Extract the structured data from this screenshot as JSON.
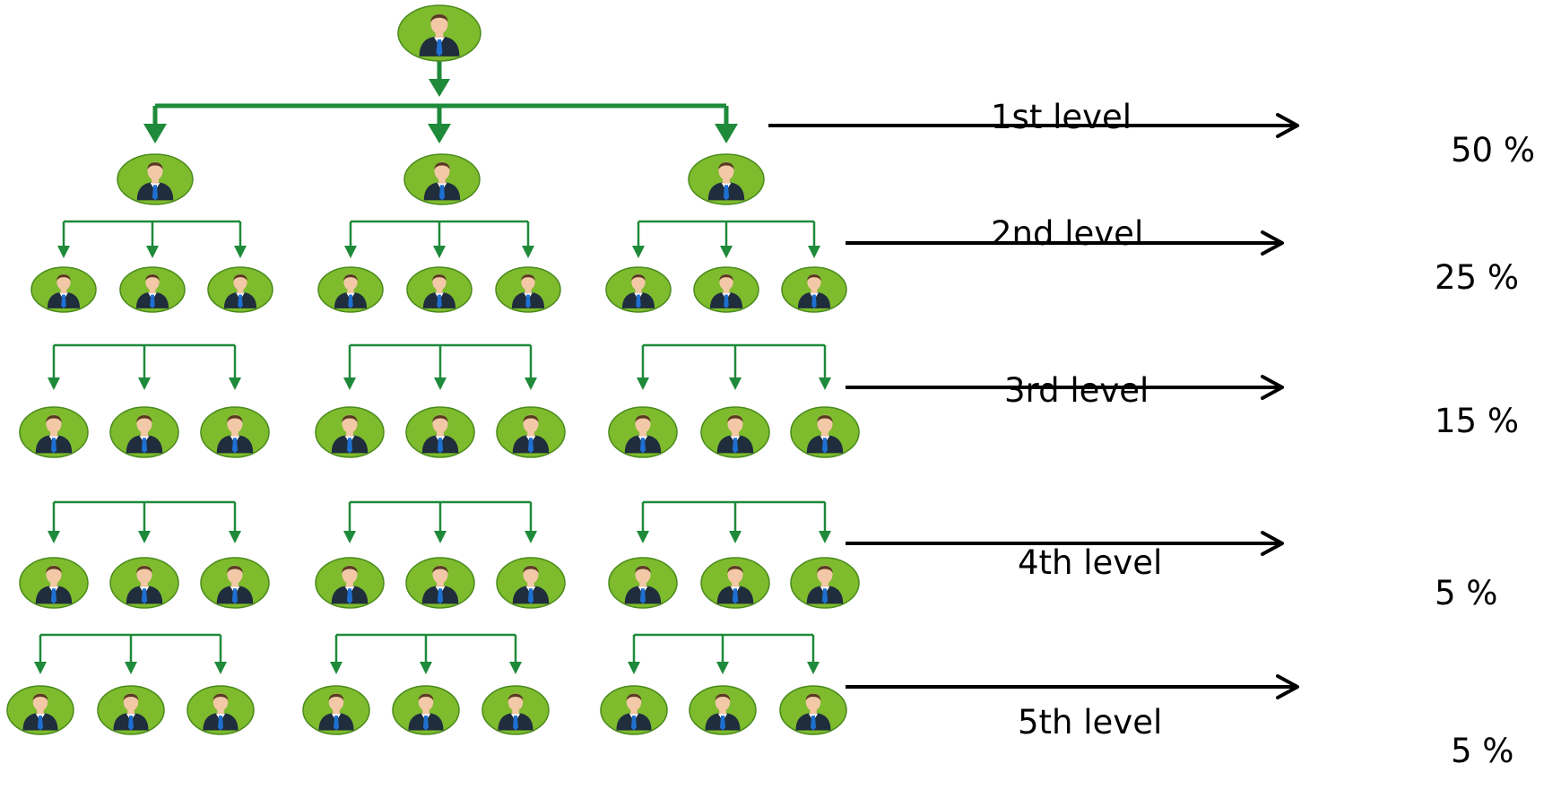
{
  "levels": [
    {
      "label": "1st level",
      "percent": "50 %"
    },
    {
      "label": "2nd level",
      "percent": "25 %"
    },
    {
      "label": "3rd level",
      "percent": "15 %"
    },
    {
      "label": "4th level",
      "percent": "5 %"
    },
    {
      "label": "5th level",
      "percent": "5 %"
    }
  ],
  "colors": {
    "node_fill": "#7ebb2d",
    "node_edge": "#4a8a1c",
    "connector": "#1e8a3a",
    "arrow": "#000000",
    "suit": "#1f2d3d",
    "tie": "#1e6fd0",
    "skin": "#f2c8a6",
    "hair": "#5a3a22"
  },
  "icons": {
    "node": "person-icon"
  }
}
